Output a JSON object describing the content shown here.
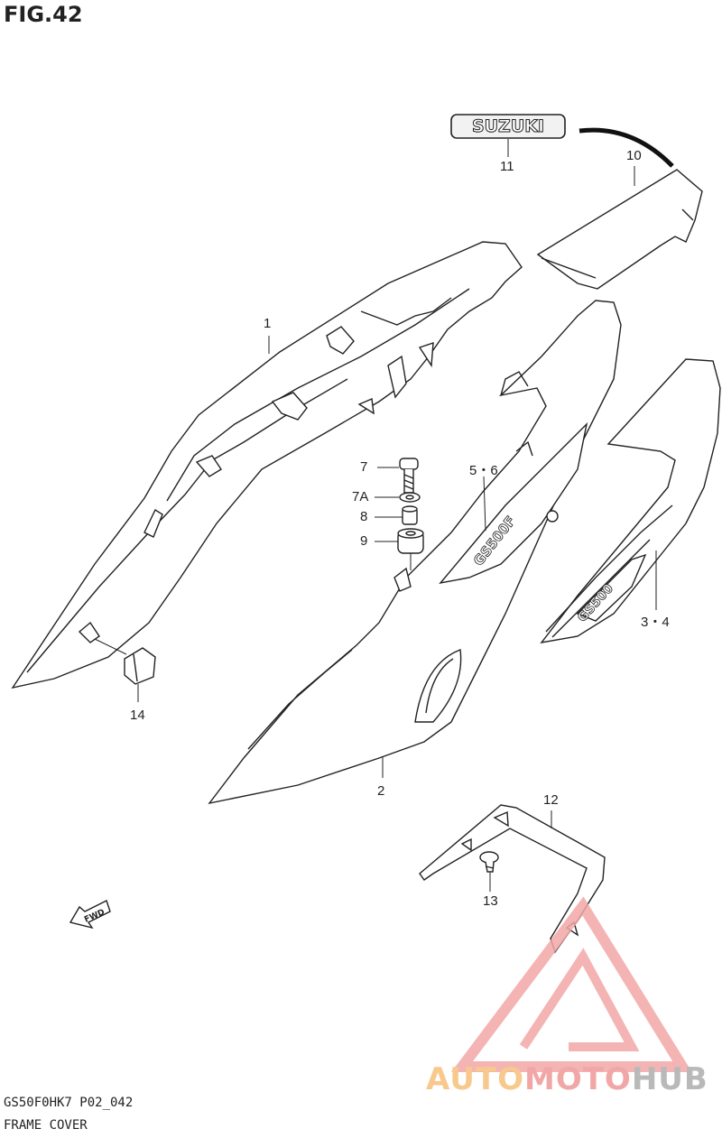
{
  "figure": {
    "title": "FIG.42",
    "code": "GS50F0HK7 P02_042",
    "caption": "FRAME COVER"
  },
  "callouts": {
    "p1": "1",
    "p2": "2",
    "p3_4": "3・4",
    "p5_6": "5・6",
    "p7": "7",
    "p7a": "7A",
    "p8": "8",
    "p9": "9",
    "p10": "10",
    "p11": "11",
    "p12": "12",
    "p13": "13",
    "p14": "14"
  },
  "emblem": {
    "text": "SUZUKI"
  },
  "decals": {
    "left": "GS500F",
    "right": "GS500"
  },
  "fwd_arrow": {
    "text": "FWD"
  },
  "watermark": {
    "part1": "AUTO",
    "part2": "MOTO",
    "part3": "HUB",
    "color_a": "#f7c98d",
    "color_b": "#f2a7a7",
    "color_c": "#b9b9b9"
  }
}
